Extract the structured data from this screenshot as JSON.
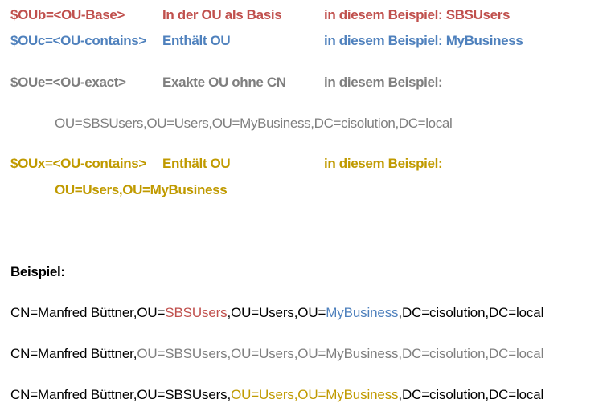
{
  "definitions": {
    "oub": {
      "var": "$OUb=<OU-Base>",
      "desc": "In der OU als Basis",
      "example": "in diesem Beispiel: SBSUsers",
      "color": "#c0504d"
    },
    "ouc": {
      "var": "$OUc=<OU-contains>",
      "desc": "Enthält OU",
      "example": "in diesem Beispiel: MyBusiness",
      "color": "#4f81bd"
    },
    "oue": {
      "var": "$OUe=<OU-exact>",
      "desc": "Exakte OU ohne CN",
      "example": "in diesem Beispiel:",
      "value": "OU=SBSUsers,OU=Users,OU=MyBusiness,DC=cisolution,DC=local",
      "color": "#7f7f7f"
    },
    "oux": {
      "var": "$OUx=<OU-contains>",
      "desc": "Enthält OU",
      "example": "in diesem Beispiel:",
      "value": "OU=Users,OU=MyBusiness",
      "color": "#c09a00"
    }
  },
  "example_heading": "Beispiel:",
  "example_lines": [
    {
      "segments": [
        {
          "text": "CN=Manfred Büttner,OU=",
          "color": "#000000"
        },
        {
          "text": "SBSUsers",
          "color": "#c0504d"
        },
        {
          "text": ",OU=Users,OU=",
          "color": "#000000"
        },
        {
          "text": "MyBusiness",
          "color": "#4f81bd"
        },
        {
          "text": ",DC=cisolution,DC=local",
          "color": "#000000"
        }
      ]
    },
    {
      "segments": [
        {
          "text": "CN=Manfred Büttner,",
          "color": "#000000"
        },
        {
          "text": "OU=SBSUsers,OU=Users,OU=MyBusiness,DC=cisolution,DC=local",
          "color": "#7f7f7f"
        }
      ]
    },
    {
      "segments": [
        {
          "text": "CN=Manfred Büttner,OU=SBSUsers,",
          "color": "#000000"
        },
        {
          "text": "OU=Users,OU=MyBusiness",
          "color": "#c09a00"
        },
        {
          "text": ",DC=cisolution,DC=local",
          "color": "#000000"
        }
      ]
    }
  ]
}
